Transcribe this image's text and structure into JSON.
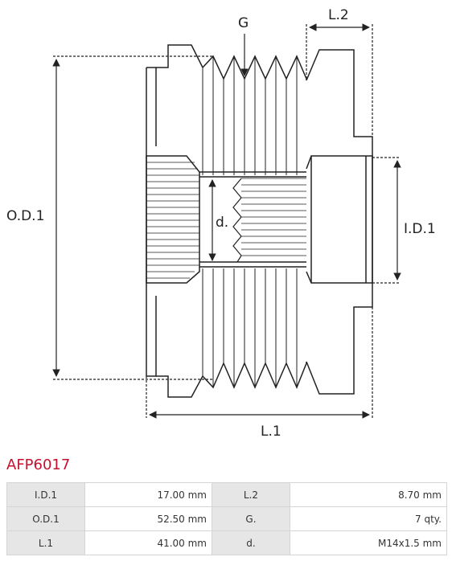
{
  "drawing": {
    "labels": {
      "grooves": "G",
      "length_2": "L.2",
      "outer_diameter": "O.D.1",
      "inner_diameter": "I.D.1",
      "thread": "d.",
      "length_1": "L.1"
    }
  },
  "product": {
    "code": "AFP6017"
  },
  "specs": {
    "rows": [
      [
        {
          "label": "I.D.1",
          "value": "17.00 mm"
        },
        {
          "label": "L.2",
          "value": "8.70 mm"
        }
      ],
      [
        {
          "label": "O.D.1",
          "value": "52.50 mm"
        },
        {
          "label": "G.",
          "value": "7 qty."
        }
      ],
      [
        {
          "label": "L.1",
          "value": "41.00 mm"
        },
        {
          "label": "d.",
          "value": "M14x1.5 mm"
        }
      ]
    ]
  },
  "colors": {
    "accent": "#c8102e",
    "line": "#222222",
    "table_key_bg": "#e6e6e6",
    "table_border": "#d4d4d4"
  }
}
